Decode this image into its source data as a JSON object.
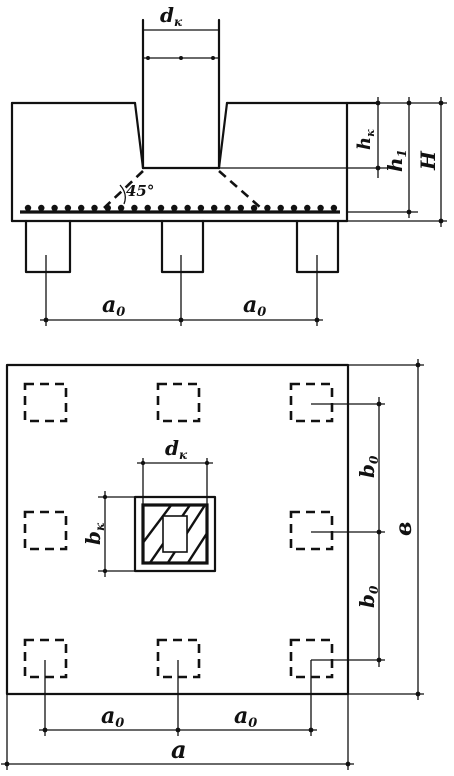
{
  "elevation": {
    "column_width_label": "d",
    "column_width_subscript": "к",
    "column_depth_label": "h",
    "column_depth_subscript": "к",
    "step_height_label": "h",
    "step_height_subscript": "1",
    "total_height_label": "H",
    "angle_label": "45°",
    "pile_spacing_left_label": "a",
    "pile_spacing_left_subscript": "0",
    "pile_spacing_right_label": "a",
    "pile_spacing_right_subscript": "0"
  },
  "plan": {
    "column_width_label": "d",
    "column_width_subscript": "к",
    "column_depth_label": "b",
    "column_depth_subscript": "к",
    "pile_spacing_top_label": "b",
    "pile_spacing_top_subscript": "0",
    "pile_spacing_bottom_label": "b",
    "pile_spacing_bottom_subscript": "0",
    "overall_width_label": "в",
    "pile_spacing_left_label": "a",
    "pile_spacing_left_subscript": "0",
    "pile_spacing_right_label": "a",
    "pile_spacing_right_subscript": "0",
    "overall_length_label": "a"
  }
}
